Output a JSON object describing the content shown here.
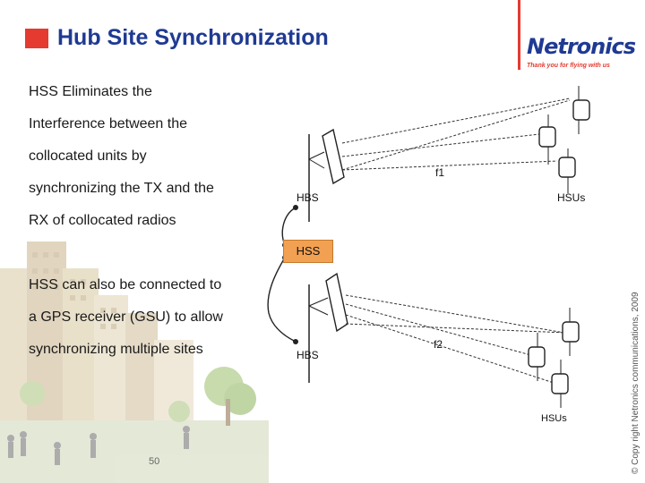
{
  "title": "Hub Site Synchronization",
  "logo": {
    "name": "Netronics",
    "tagline": "Thank you for flying with us"
  },
  "body_text": [
    "HSS Eliminates the",
    "Interference between the",
    "collocated units by",
    "synchronizing the TX and the",
    "RX of collocated radios",
    "HSS can also be connected to",
    "a GPS receiver (GSU) to allow",
    "synchronizing multiple sites"
  ],
  "diagram": {
    "hbs_top": "HBS",
    "hsus_top": "HSUs",
    "freq_top": "f1",
    "hss": "HSS",
    "hbs_bottom": "HBS",
    "freq_bottom": "f2",
    "hsus_bottom": "HSUs"
  },
  "page_number": "50",
  "copyright": "© Copy right Netronics communications, 2009",
  "colors": {
    "title": "#1f3a93",
    "accent": "#e53a2f",
    "hss_box": "#f2a052"
  },
  "icons": [
    "square-bullet-icon",
    "antenna-icon",
    "subscriber-unit-icon",
    "city-illustration"
  ]
}
